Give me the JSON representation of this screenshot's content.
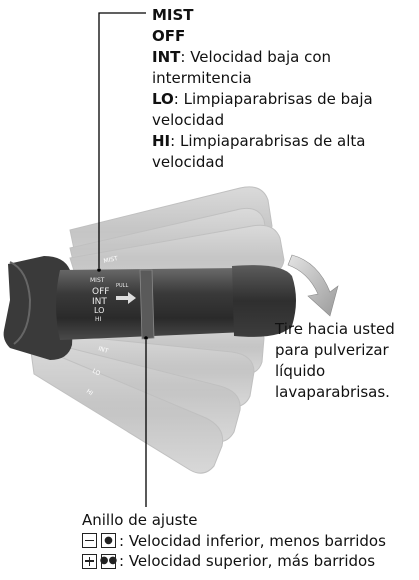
{
  "top_callout": {
    "mist": "MIST",
    "off": "OFF",
    "int_key": "INT",
    "int_desc": ": Velocidad baja con intermitencia",
    "lo_key": "LO",
    "lo_desc": ": Limpiaparabrisas de baja velocidad",
    "hi_key": "HI",
    "hi_desc": ": Limpiaparabrisas de alta velocidad"
  },
  "pull_callout": {
    "line1": "Tire hacia usted",
    "line2": "para pulverizar",
    "line3": "líquido",
    "line4": "lavaparabrisas."
  },
  "stalk_labels": {
    "mist": "MIST",
    "off": "OFF",
    "int": "INT",
    "lo": "LO",
    "hi": "HI",
    "pull": "PULL"
  },
  "ring_callout": {
    "title": "Anillo de ajuste",
    "minus_desc": ": Velocidad inferior, menos barridos",
    "plus_desc": ": Velocidad superior, más barridos"
  },
  "icons": [
    "minus-icon",
    "drop-icon",
    "plus-icon",
    "drops-icon",
    "arrow-icon"
  ]
}
